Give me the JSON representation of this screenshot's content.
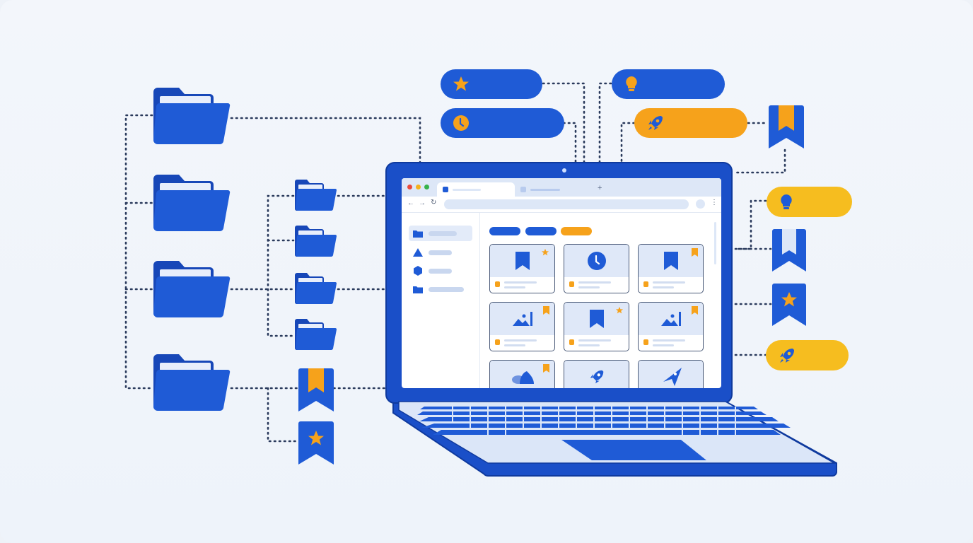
{
  "illustration": {
    "subject": "laptop with browser bookmark manager connected to folders and tags",
    "colors": {
      "background": "#eef3fa",
      "primary_blue": "#1f5bd6",
      "dark_blue": "#1747b8",
      "orange": "#f6a21b",
      "yellow": "#f6bd1f",
      "light_blue": "#dde7f7",
      "connector": "#2a3a5c"
    }
  },
  "left_tree": {
    "large_folders": [
      {
        "icon": "folder-icon",
        "label": ""
      },
      {
        "icon": "folder-icon",
        "label": ""
      },
      {
        "icon": "folder-icon",
        "label": ""
      },
      {
        "icon": "folder-icon",
        "label": ""
      }
    ],
    "small_items": [
      {
        "icon": "folder-icon",
        "label": ""
      },
      {
        "icon": "folder-icon",
        "label": ""
      },
      {
        "icon": "folder-icon",
        "label": ""
      },
      {
        "icon": "folder-icon",
        "label": ""
      },
      {
        "icon": "bookmark-icon",
        "label": ""
      },
      {
        "icon": "star-bookmark-icon",
        "label": ""
      }
    ]
  },
  "top_tags": [
    {
      "icon": "star-icon",
      "color": "blue",
      "label": ""
    },
    {
      "icon": "clock-icon",
      "color": "blue",
      "label": ""
    },
    {
      "icon": "lightbulb-icon",
      "color": "blue",
      "label": ""
    },
    {
      "icon": "rocket-icon",
      "color": "orange",
      "label": ""
    }
  ],
  "right_tags": [
    {
      "icon": "bookmark-icon",
      "label": ""
    },
    {
      "icon": "lightbulb-icon",
      "color": "yellow",
      "label": ""
    },
    {
      "icon": "bookmark-icon",
      "label": ""
    },
    {
      "icon": "star-bookmark-icon",
      "label": ""
    },
    {
      "icon": "rocket-icon",
      "color": "yellow",
      "label": ""
    }
  ],
  "browser": {
    "tabs": [
      {
        "label": "",
        "active": true
      },
      {
        "label": "",
        "active": false
      }
    ],
    "new_tab_label": "+",
    "nav": {
      "back": "←",
      "forward": "→",
      "reload": "↻",
      "menu": "⋮"
    },
    "address": "",
    "sidebar": [
      {
        "icon": "folder-icon",
        "label": "",
        "active": true
      },
      {
        "icon": "triangle-icon",
        "label": ""
      },
      {
        "icon": "hexagon-icon",
        "label": ""
      },
      {
        "icon": "folder-icon",
        "label": ""
      }
    ],
    "filter_chips": [
      {
        "label": "",
        "color": "#1f5bd6"
      },
      {
        "label": "",
        "color": "#1f5bd6"
      },
      {
        "label": "",
        "color": "#f6a21b"
      }
    ],
    "cards": [
      {
        "icon": "bookmark-icon",
        "badge": "star"
      },
      {
        "icon": "clock-icon",
        "badge": ""
      },
      {
        "icon": "bookmark-icon",
        "badge": "ribbon"
      },
      {
        "icon": "image-icon",
        "badge": "ribbon"
      },
      {
        "icon": "bookmark-icon",
        "badge": "star"
      },
      {
        "icon": "image-icon",
        "badge": "ribbon"
      },
      {
        "icon": "cloud-icon",
        "badge": "ribbon"
      },
      {
        "icon": "rocket-icon",
        "badge": ""
      },
      {
        "icon": "paper-plane-icon",
        "badge": ""
      }
    ]
  }
}
